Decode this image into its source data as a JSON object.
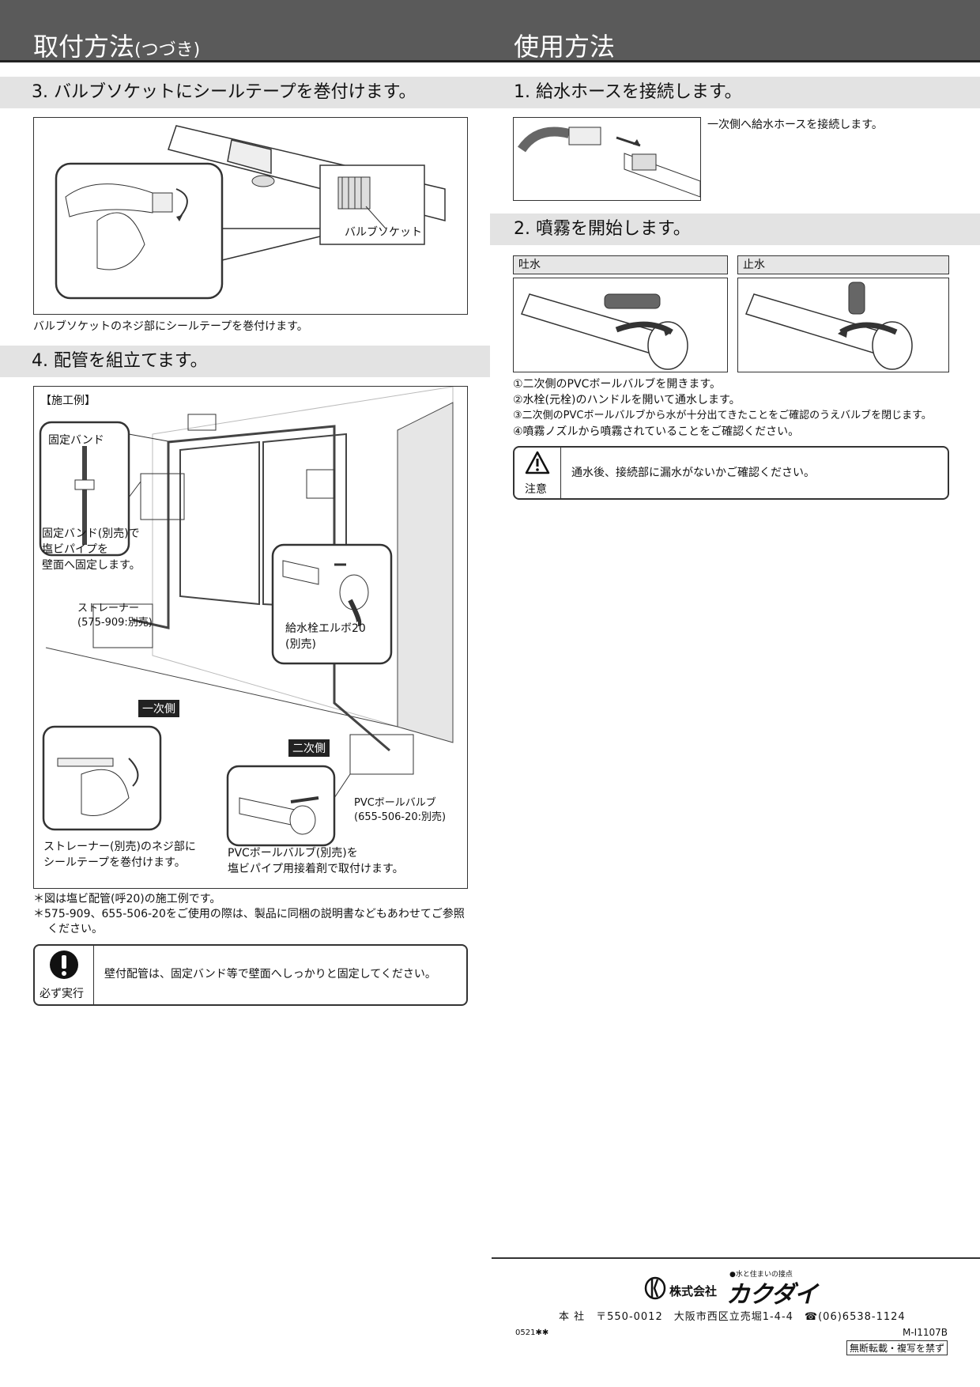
{
  "header": {
    "left_title": "取付方法",
    "left_title_suffix": "(つづき)",
    "right_title": "使用方法"
  },
  "left": {
    "step3": {
      "heading": "3. バルブソケットにシールテープを巻付けます。",
      "callout": "バルブソケット",
      "caption": "バルブソケットのネジ部にシールテープを巻付けます。"
    },
    "step4": {
      "heading": "4. 配管を組立てます。",
      "example_label": "【施工例】",
      "fixed_band_label": "固定バンド",
      "fixed_band_note": [
        "固定バンド(別売)で",
        "塩ビパイプを",
        "壁面へ固定します。"
      ],
      "strainer_label": [
        "ストレーナー",
        "(575-909:別売)"
      ],
      "primary_side": "一次側",
      "secondary_side": "二次側",
      "elbow_label": [
        "給水栓エルボ20",
        "(別売)"
      ],
      "pvc_valve_label": [
        "PVCボールバルブ",
        "(655-506-20:別売)"
      ],
      "strainer_note": [
        "ストレーナー(別売)のネジ部に",
        "シールテープを巻付けます。"
      ],
      "pvc_note": [
        "PVCボールバルブ(別売)を",
        "塩ビパイプ用接着剤で取付けます。"
      ]
    },
    "notes": [
      "＊図は塩ビ配管(呼20)の施工例です。",
      "＊575-909、655-506-20をご使用の際は、製品に同梱の説明書などもあわせてご参照",
      "ください。"
    ],
    "warning": {
      "icon_label": "必ず実行",
      "text": "壁付配管は、固定バンド等で壁面へしっかりと固定してください。"
    }
  },
  "right": {
    "step1": {
      "heading": "1. 給水ホースを接続します。",
      "text": "一次側へ給水ホースを接続します。"
    },
    "step2": {
      "heading": "2. 噴霧を開始します。",
      "panel_open": "吐水",
      "panel_close": "止水",
      "instructions": [
        "①二次側のPVCボールバルブを開きます。",
        "②水栓(元栓)のハンドルを開いて通水します。",
        "③二次側のPVCボールバルブから水が十分出てきたことをご確認のうえバルブを閉じます。",
        "④噴霧ノズルから噴霧されていることをご確認ください。"
      ]
    },
    "caution": {
      "icon_label": "注意",
      "text": "通水後、接続部に漏水がないかご確認ください。"
    }
  },
  "footer": {
    "tagline": "●水と住まいの接点",
    "company_prefix": "株式会社",
    "company_name": "カクダイ",
    "address": "本 社　〒550-0012　大阪市西区立売堀1-4-4　☎(06)6538-1124",
    "doc_code": "0521✱✱",
    "doc_number": "M-I1107B",
    "copyright": "無断転載・複写を禁ず"
  }
}
